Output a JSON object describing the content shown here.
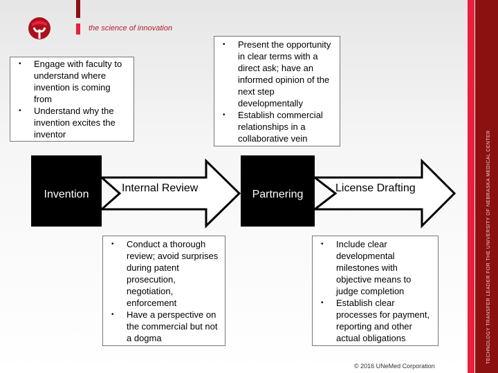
{
  "header": {
    "tagline": "the science of innovation",
    "logo": "unemed-logo"
  },
  "side_banner": {
    "text": "TECHNOLOGY TRANSFER LEADER FOR THE UNIVERSITY OF NEBRASKA MEDICAL CENTER",
    "colors": {
      "pink": "#e8203e",
      "dark": "#8b1010"
    }
  },
  "process": {
    "steps": [
      {
        "label": "Invention"
      },
      {
        "label": "Internal Review"
      },
      {
        "label": "Partnering"
      },
      {
        "label": "License Drafting"
      }
    ]
  },
  "notes": {
    "invention": [
      "Engage with faculty to understand where invention is coming from",
      "Understand why the invention excites the inventor"
    ],
    "partnering": [
      "Present the opportunity in clear terms with a direct ask; have an informed opinion of the next step developmentally",
      "Establish commercial relationships in a collaborative vein"
    ],
    "internal_review": [
      "Conduct a thorough review; avoid surprises during patent prosecution, negotiation, enforcement",
      "Have a perspective on the commercial but not a dogma"
    ],
    "license_drafting": [
      "Include clear developmental milestones with objective means to judge completion",
      "Establish clear processes for payment, reporting and other actual obligations"
    ]
  },
  "footer": {
    "copyright": "© 2016 UNeMed Corporation"
  }
}
